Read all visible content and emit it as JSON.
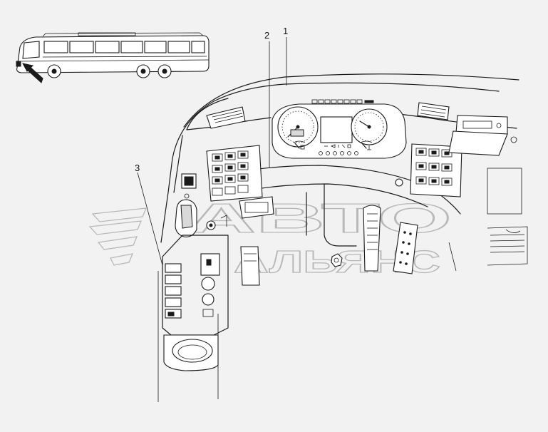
{
  "callouts": [
    {
      "label": "1"
    },
    {
      "label": "2"
    },
    {
      "label": "3"
    }
  ],
  "watermark": {
    "line1": "АВТО",
    "line2": "АЛЬЯНС"
  },
  "colors": {
    "background": "#f2f2f2",
    "line": "#1a1a1a",
    "watermark": "#b8b8b8"
  },
  "icons": [
    "bus-locator-icon",
    "locator-arrow-icon",
    "speedometer-icon",
    "tachometer-icon",
    "steering-column-icon"
  ]
}
